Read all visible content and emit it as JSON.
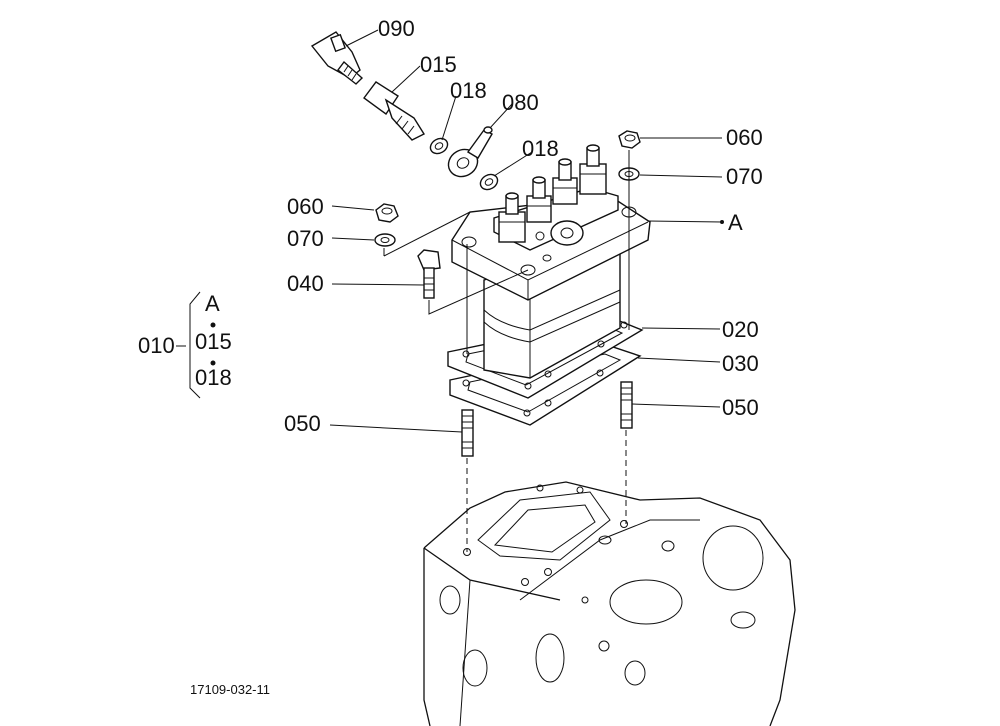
{
  "labels": {
    "p090": "090",
    "p015": "015",
    "p018a": "018",
    "p080": "080",
    "p018b": "018",
    "p060r": "060",
    "p070r": "070",
    "pA": "A",
    "p060l": "060",
    "p070l": "070",
    "p040": "040",
    "p020": "020",
    "p030": "030",
    "p050r": "050",
    "p050l": "050"
  },
  "assembly": {
    "number": "010",
    "items": [
      "A",
      "015",
      "018"
    ]
  },
  "drawing_code": "17109-032-11"
}
